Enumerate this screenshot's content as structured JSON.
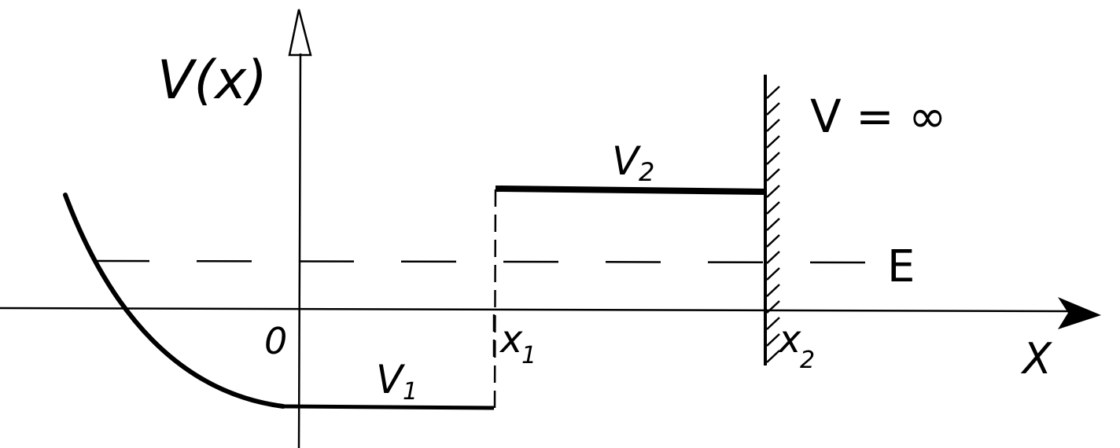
{
  "labels": {
    "y_axis": "V(x)",
    "x_axis": "X",
    "origin": "0",
    "x1_main": "x",
    "x1_sub": "1",
    "x2_main": "x",
    "x2_sub": "2",
    "v1_main": "V",
    "v1_sub": "1",
    "v2_main": "V",
    "v2_sub": "2",
    "energy": "E",
    "wall": "V = ∞"
  },
  "colors": {
    "ink": "#000000",
    "background": "#ffffff"
  }
}
